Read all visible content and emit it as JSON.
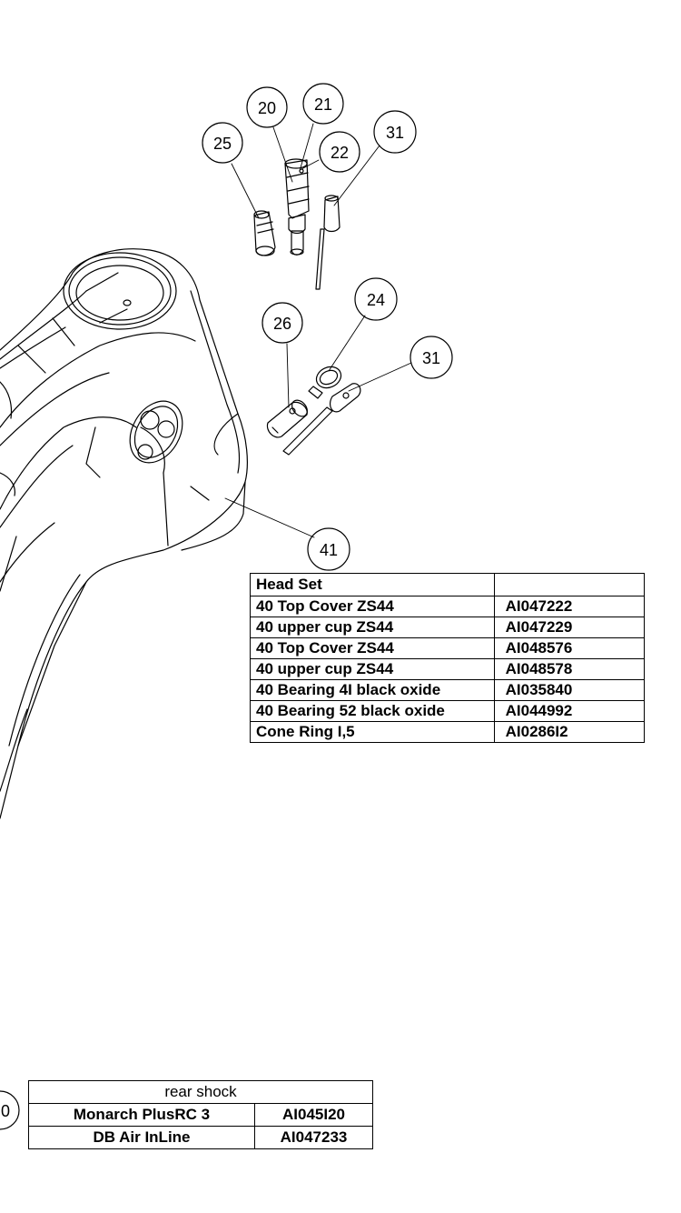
{
  "callouts": {
    "c20": "20",
    "c21": "21",
    "c22": "22",
    "c25": "25",
    "c31a": "31",
    "c24": "24",
    "c26": "26",
    "c31b": "31",
    "c41": "41",
    "c_partial": "0"
  },
  "headset": {
    "title": "Head Set",
    "rows": [
      {
        "name": "40 Top Cover ZS44",
        "code": "AI047222"
      },
      {
        "name": "40 upper cup ZS44",
        "code": "AI047229"
      },
      {
        "name": "40 Top Cover ZS44",
        "code": "AI048576"
      },
      {
        "name": "40 upper cup ZS44",
        "code": "AI048578"
      },
      {
        "name": "40 Bearing 4I black oxide",
        "code": "AI035840"
      },
      {
        "name": "40 Bearing 52 black oxide",
        "code": "AI044992"
      },
      {
        "name": "Cone Ring I,5",
        "code": "AI0286I2"
      }
    ]
  },
  "rearshock": {
    "title": "rear shock",
    "rows": [
      {
        "name": "Monarch PlusRC 3",
        "code": "AI045I20"
      },
      {
        "name": "DB Air InLine",
        "code": "AI047233"
      }
    ]
  }
}
